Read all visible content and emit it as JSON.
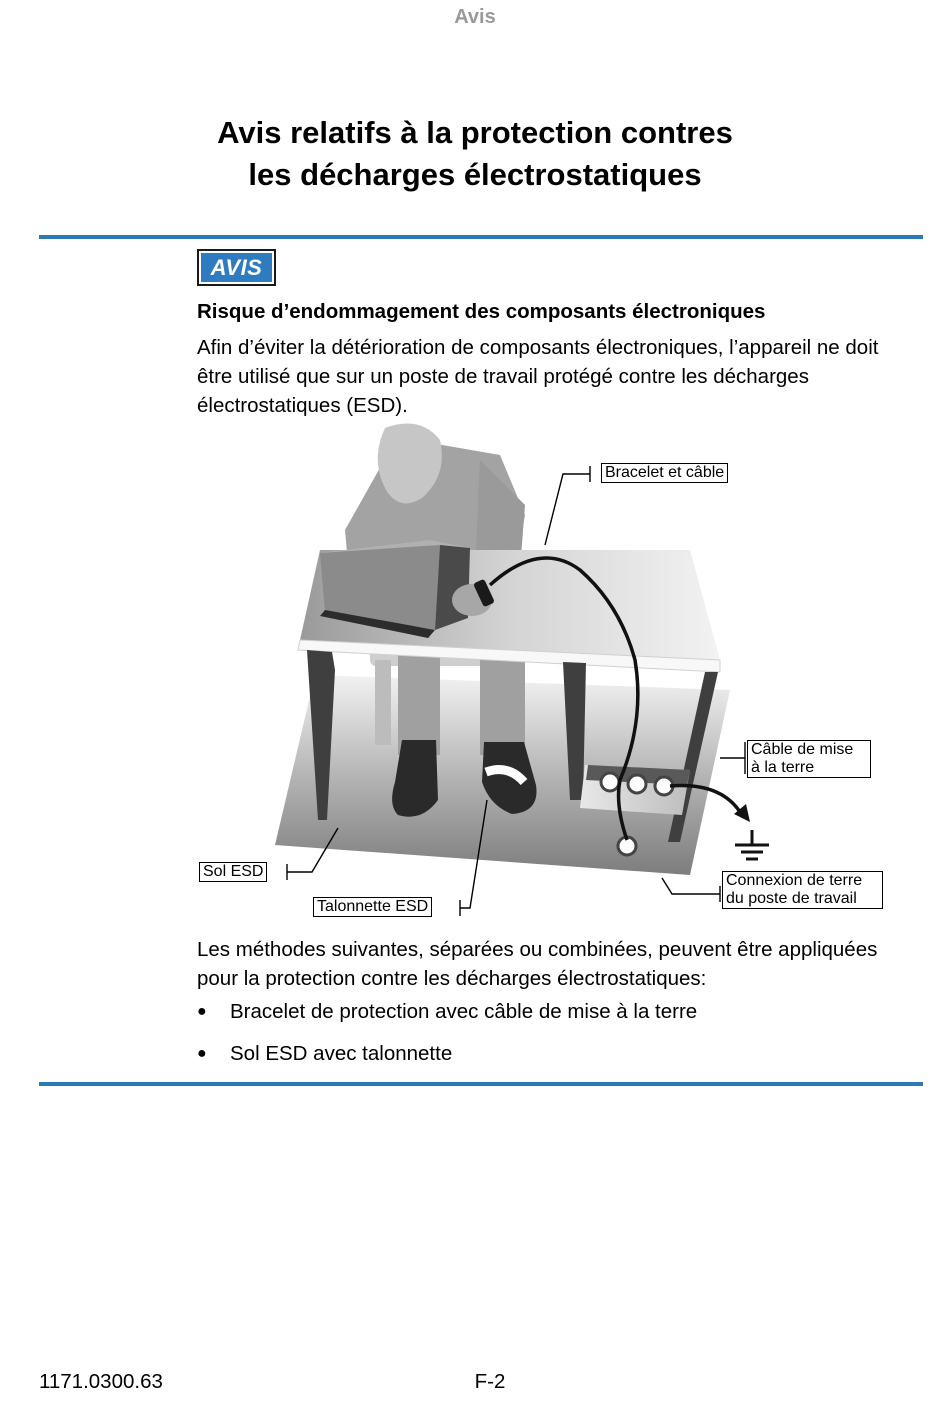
{
  "running_head": "Avis",
  "title": {
    "line1": "Avis relatifs à la protection contres",
    "line2": "les décharges électrostatiques"
  },
  "notice": {
    "badge": "AVIS",
    "heading": "Risque d’endommagement des composants électroniques",
    "body": "Afin d’éviter la détérioration de composants électroniques, l’appareil ne doit être utilisé que sur un poste de travail protégé contre les décharges électrostatiques (ESD)."
  },
  "figure": {
    "labels": {
      "wrist_strap": "Bracelet et câble",
      "ground_cable_line1": "Câble de mise",
      "ground_cable_line2": "à la terre",
      "esd_floor": "Sol ESD",
      "heel_strap": "Talonnette ESD",
      "ground_connection_line1": "Connexion de terre",
      "ground_connection_line2": "du poste de travail"
    }
  },
  "methods": {
    "intro": "Les méthodes suivantes, séparées ou combinées, peuvent être appli­quées pour la protection contre les décharges électrostatiques:",
    "items": [
      "Bracelet de protection avec câble de mise à la terre",
      "Sol ESD avec talonnette"
    ]
  },
  "footer": {
    "doc_number": "1171.0300.63",
    "page_number": "F-2"
  },
  "colors": {
    "accent_rule": "#2a7ab5",
    "badge_fill": "#2e7bc0",
    "running_head": "#999999"
  }
}
